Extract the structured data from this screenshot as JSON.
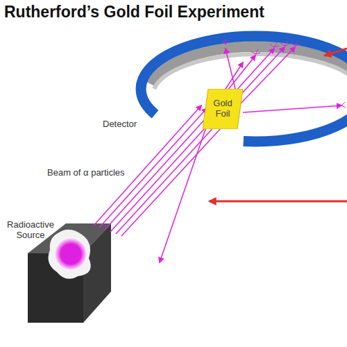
{
  "diagram": {
    "title": "Rutherford’s Gold Foil Experiment",
    "nodes": [
      {
        "text": [
          "Gold Foil"
        ]
      }
    ],
    "labels": [
      "Detector",
      "Beam of α particles",
      "Radioactive Source"
    ]
  }
}
